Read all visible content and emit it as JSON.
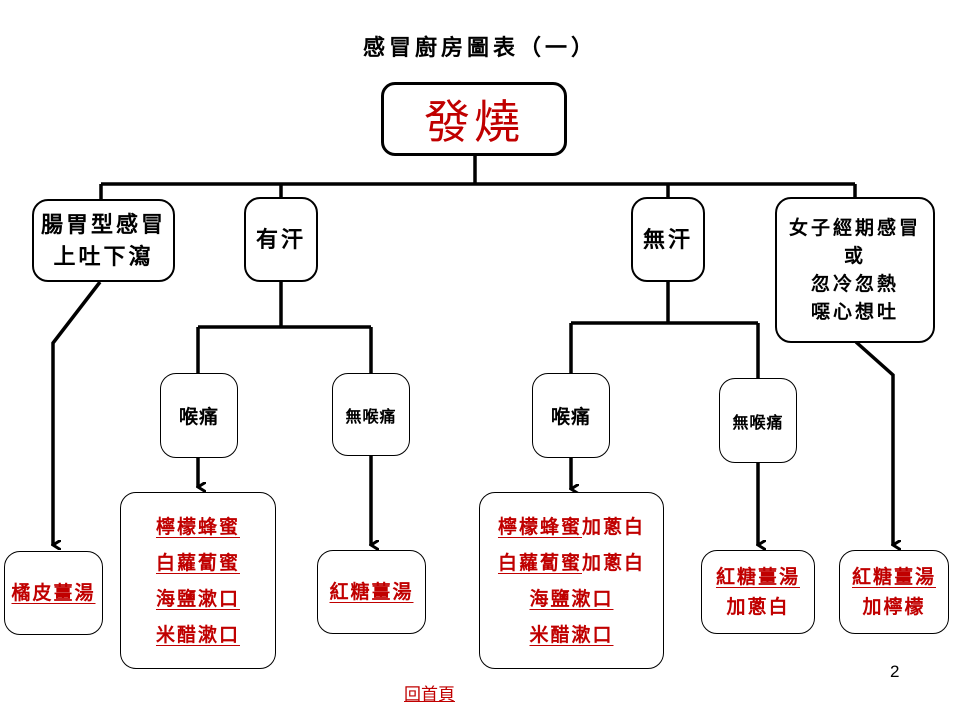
{
  "title": "感冒廚房圖表（一）",
  "root": {
    "label": "發燒"
  },
  "categories": [
    {
      "id": "gastro",
      "lines": [
        "腸胃型感冒",
        "上吐下瀉"
      ]
    },
    {
      "id": "sweat",
      "lines": [
        "有汗"
      ]
    },
    {
      "id": "nosweat",
      "lines": [
        "無汗"
      ]
    },
    {
      "id": "women",
      "lines": [
        "女子經期感冒",
        "或",
        "忽冷忽熱",
        "噁心想吐"
      ]
    }
  ],
  "subcategories": {
    "sweat_sore": "喉痛",
    "sweat_nosore": "無喉痛",
    "nosweat_sore": "喉痛",
    "nosweat_nosore": "無喉痛"
  },
  "remedies": {
    "gastro": [
      "橘皮薑湯"
    ],
    "sweat_sore": [
      "檸檬蜂蜜",
      "白蘿蔔蜜",
      "海鹽漱口",
      "米醋漱口"
    ],
    "sweat_nosore": [
      "紅糖薑湯"
    ],
    "nosweat_sore": [
      {
        "link": "檸檬蜂蜜",
        "suffix": "加蔥白"
      },
      {
        "link": "白蘿蔔蜜",
        "suffix": "加蔥白"
      },
      {
        "link": "海鹽漱口",
        "suffix": ""
      },
      {
        "link": "米醋漱口",
        "suffix": ""
      }
    ],
    "nosweat_nosore": {
      "link": "紅糖薑湯",
      "suffix": "加蔥白"
    },
    "women": {
      "link": "紅糖薑湯",
      "suffix": "加檸檬"
    }
  },
  "footer": {
    "home_link": "回首頁",
    "page_number": "2"
  },
  "colors": {
    "remedy": "#c00000",
    "line": "#000000"
  }
}
